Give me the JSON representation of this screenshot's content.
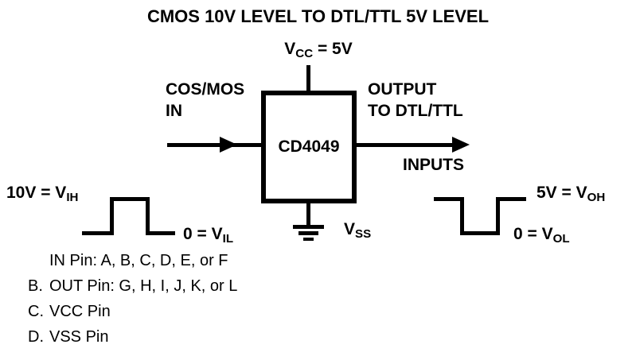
{
  "title": "CMOS 10V LEVEL TO DTL/TTL 5V LEVEL",
  "vcc_label": {
    "pre": "V",
    "sub": "CC",
    "post": " = 5V"
  },
  "chip_label": "CD4049",
  "input_label": {
    "line1": "COS/MOS",
    "line2": "IN"
  },
  "output_label": {
    "line1": "OUTPUT",
    "line2": "TO DTL/TTL"
  },
  "inputs_label": "INPUTS",
  "vss_label": {
    "pre": "V",
    "sub": "SS"
  },
  "left_waveform": {
    "high_label": {
      "pre": "10V = V",
      "sub": "IH"
    },
    "low_label": {
      "pre": "0 = V",
      "sub": "IL"
    }
  },
  "right_waveform": {
    "high_label": {
      "pre": "5V = V",
      "sub": "OH"
    },
    "low_label": {
      "pre": "0 = V",
      "sub": "OL"
    }
  },
  "notes": [
    {
      "prefix": "",
      "text": "IN Pin: A, B, C, D, E, or F"
    },
    {
      "prefix": "B.",
      "text": "OUT Pin: G, H, I, J, K, or L"
    },
    {
      "prefix": "C.",
      "text": "VCC Pin"
    },
    {
      "prefix": "D.",
      "text": "VSS Pin"
    }
  ],
  "colors": {
    "ink": "#000000",
    "background": "#ffffff"
  }
}
